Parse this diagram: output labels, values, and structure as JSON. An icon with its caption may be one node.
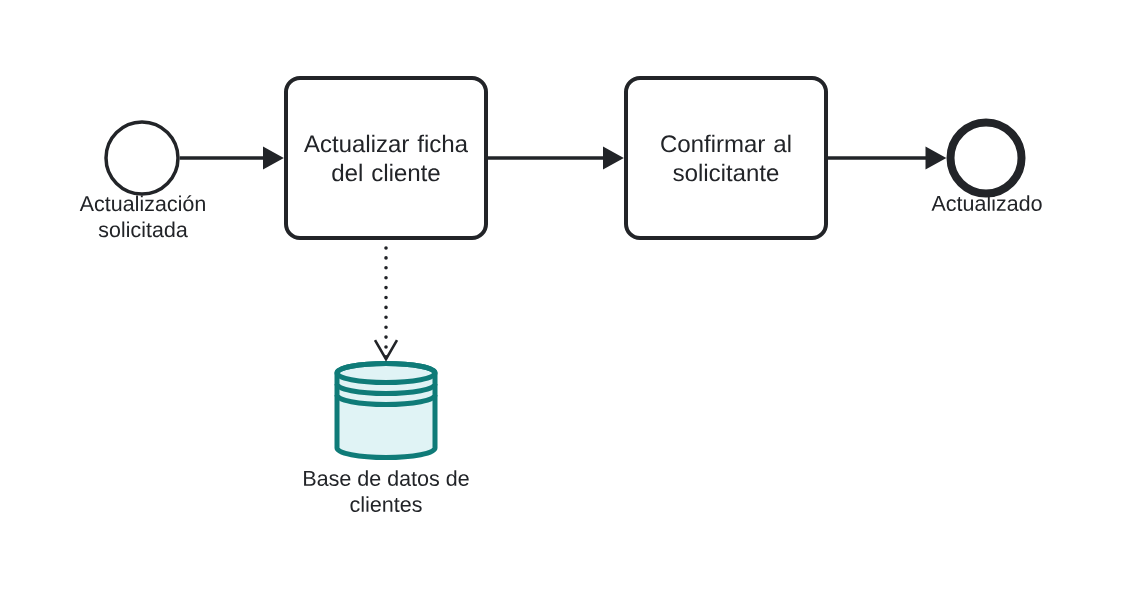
{
  "diagram": {
    "nodes": [
      {
        "text": [],
        "shape": "circle",
        "beside": [
          "Actualización solicitada"
        ]
      },
      {
        "text": [
          "Actualizar ficha del cliente"
        ]
      },
      {
        "text": [
          "Confirmar al solicitante"
        ]
      },
      {
        "text": [],
        "shape": "circle",
        "beside": [
          "Actualizado"
        ]
      },
      {
        "text": [],
        "shape": "cylinder",
        "beside": [
          "Base de datos de clientes"
        ]
      }
    ],
    "edges": [
      {
        "from": 0,
        "to": 1,
        "arrow": "to"
      },
      {
        "from": 1,
        "to": 2,
        "arrow": "to"
      },
      {
        "from": 2,
        "to": 3,
        "arrow": "to"
      },
      {
        "from": 1,
        "to": 4,
        "arrow": "to",
        "style": "dashed"
      }
    ]
  }
}
